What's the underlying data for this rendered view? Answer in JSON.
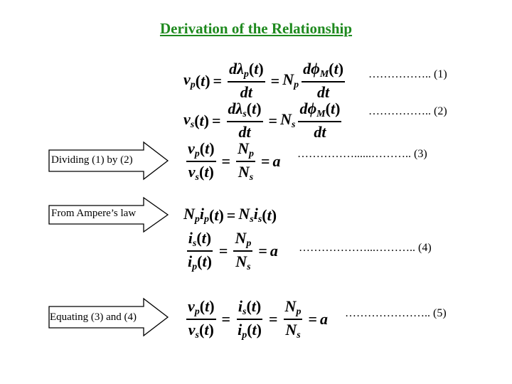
{
  "title": "Derivation of the Relationship",
  "refs": {
    "r1": "…………….. (1)",
    "r2": "…………….. (2)",
    "r3": "……………......……….. (3)",
    "r4": "………………...……….. (4)",
    "r5": "………………….. (5)"
  },
  "arrows": {
    "a1": "Dividing (1) by (2)",
    "a2": "From Ampere’s law",
    "a3": "Equating (3) and (4)"
  }
}
